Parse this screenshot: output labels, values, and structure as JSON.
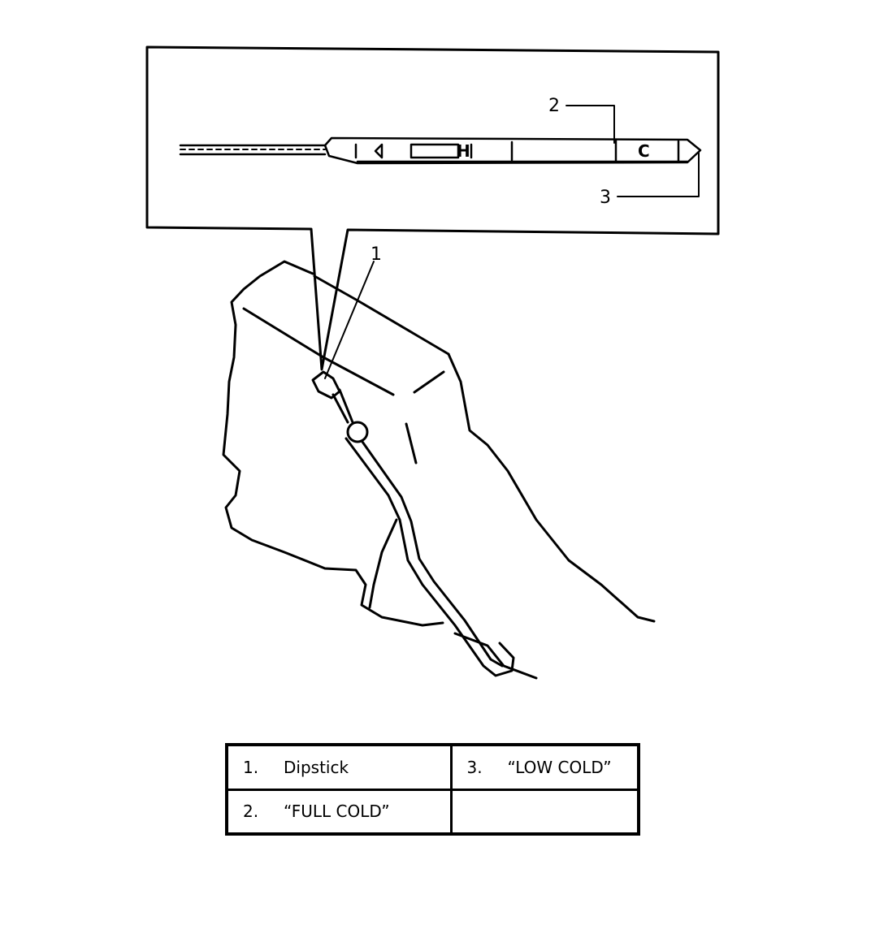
{
  "diagram": {
    "callouts": [
      "1",
      "2",
      "3"
    ],
    "dipstick_marks": {
      "full": "C",
      "hot": "H"
    }
  },
  "legend": {
    "rows": [
      [
        {
          "num": "1.",
          "text": "Dipstick"
        },
        {
          "num": "3.",
          "text": "“LOW COLD”"
        }
      ],
      [
        {
          "num": "2.",
          "text": "“FULL COLD”"
        },
        {
          "num": "",
          "text": ""
        }
      ]
    ]
  }
}
